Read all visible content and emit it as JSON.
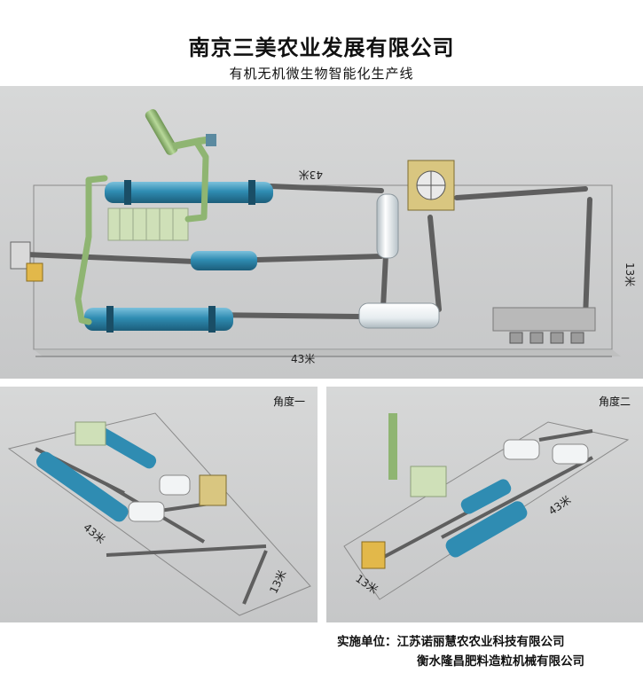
{
  "header": {
    "company": "南京三美农业发展有限公司",
    "line_name": "有机无机微生物智能化生产线"
  },
  "main_view": {
    "dim_length_top": "43米",
    "dim_length_bottom": "43米",
    "dim_width": "13米"
  },
  "view_one": {
    "label": "角度一",
    "dim_length": "43米",
    "dim_width": "13米"
  },
  "view_two": {
    "label": "角度二",
    "dim_length": "43米",
    "dim_width": "13米"
  },
  "footer": {
    "line1": "实施单位：江苏诺丽慧农农业科技有限公司",
    "line2": "衡水隆昌肥料造粒机械有限公司"
  },
  "colors": {
    "drum": "#3a8fb0",
    "pipe": "#9cbf7a",
    "conveyor": "#6f6f6f",
    "panel_bg": "#cfd0d1"
  }
}
